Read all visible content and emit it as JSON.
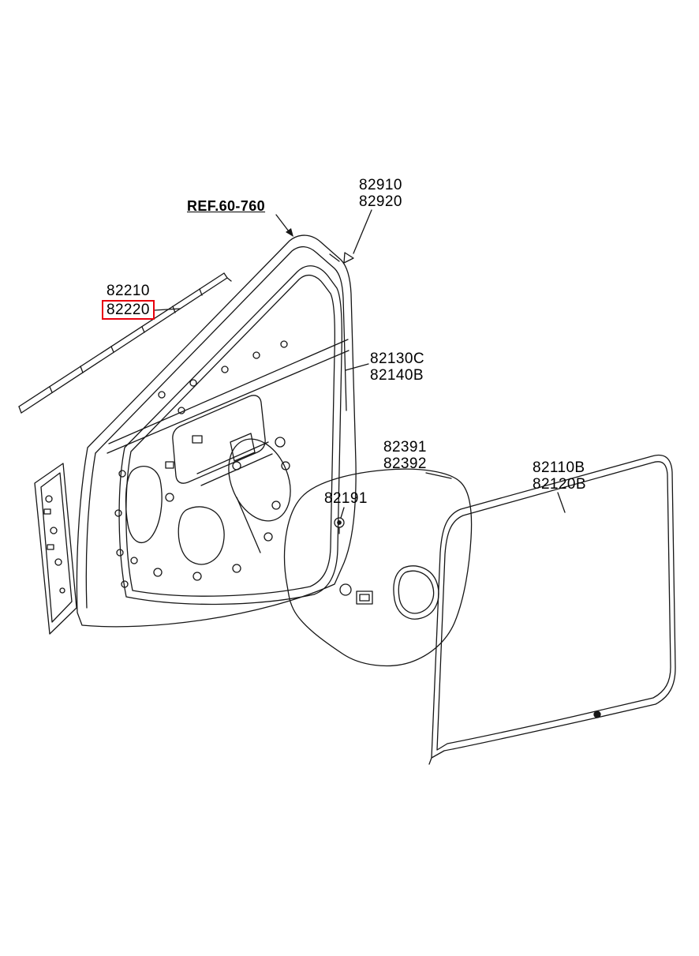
{
  "diagram": {
    "ref_label": "REF.60-760",
    "parts": {
      "sash_moulding": [
        "82910",
        "82920"
      ],
      "belt_weatherstrip": [
        "82210",
        "82220"
      ],
      "door_side_weatherstrip": [
        "82130C",
        "82140B"
      ],
      "seal_pad": [
        "82391",
        "82392"
      ],
      "clip": [
        "82191"
      ],
      "opening_weatherstrip": [
        "82110B",
        "82120B"
      ]
    },
    "colors": {
      "highlight": "#e8000d",
      "line": "#161616",
      "background": "#ffffff"
    }
  }
}
